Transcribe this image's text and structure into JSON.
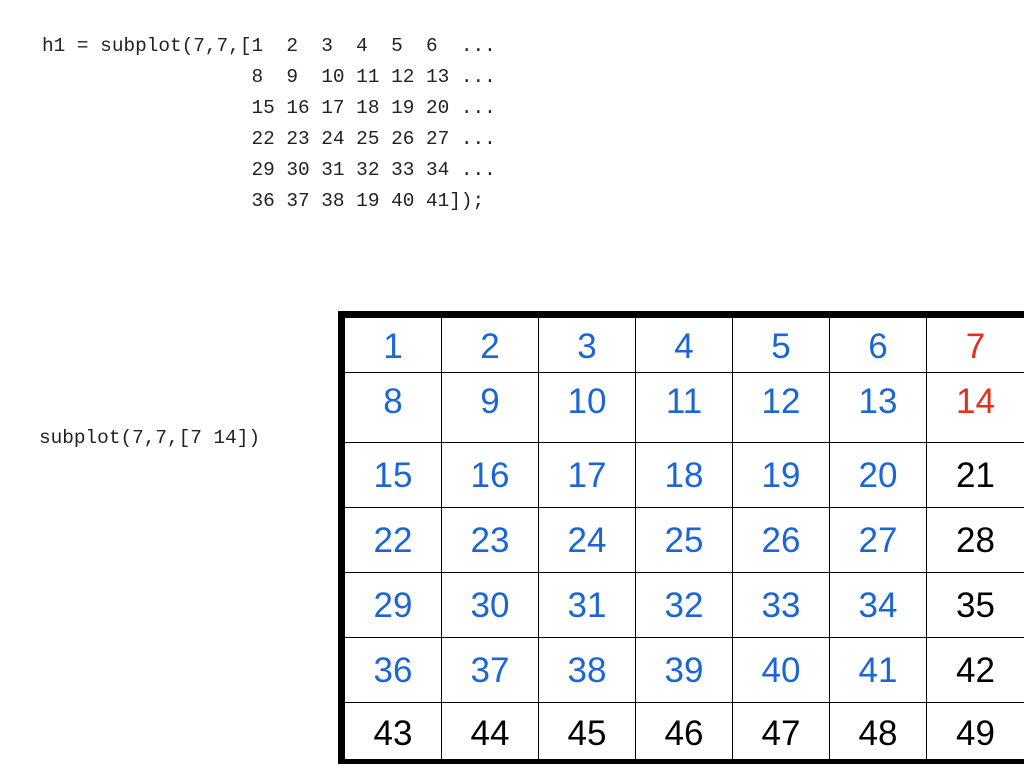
{
  "code_block": {
    "lines": [
      "h1 = subplot(7,7,[1  2  3  4  5  6  ...",
      "                  8  9  10 11 12 13 ...",
      "                  15 16 17 18 19 20 ...",
      "                  22 23 24 25 26 27 ...",
      "                  29 30 31 32 33 34 ...",
      "                  36 37 38 19 40 41]);"
    ]
  },
  "second_call": "subplot(7,7,[7 14])",
  "colors": {
    "blue": "#1a66d6",
    "red": "#e0321c",
    "black": "#000000"
  },
  "grid": {
    "rows": 7,
    "cols": 7,
    "cells": [
      [
        "1",
        "2",
        "3",
        "4",
        "5",
        "6",
        "7"
      ],
      [
        "8",
        "9",
        "10",
        "11",
        "12",
        "13",
        "14"
      ],
      [
        "15",
        "16",
        "17",
        "18",
        "19",
        "20",
        "21"
      ],
      [
        "22",
        "23",
        "24",
        "25",
        "26",
        "27",
        "28"
      ],
      [
        "29",
        "30",
        "31",
        "32",
        "33",
        "34",
        "35"
      ],
      [
        "36",
        "37",
        "38",
        "39",
        "40",
        "41",
        "42"
      ],
      [
        "43",
        "44",
        "45",
        "46",
        "47",
        "48",
        "49"
      ]
    ],
    "cell_colors": [
      [
        "blue",
        "blue",
        "blue",
        "blue",
        "blue",
        "blue",
        "red"
      ],
      [
        "blue",
        "blue",
        "blue",
        "blue",
        "blue",
        "blue",
        "red"
      ],
      [
        "blue",
        "blue",
        "blue",
        "blue",
        "blue",
        "blue",
        "black"
      ],
      [
        "blue",
        "blue",
        "blue",
        "blue",
        "blue",
        "blue",
        "black"
      ],
      [
        "blue",
        "blue",
        "blue",
        "blue",
        "blue",
        "blue",
        "black"
      ],
      [
        "blue",
        "blue",
        "blue",
        "blue",
        "blue",
        "blue",
        "black"
      ],
      [
        "black",
        "black",
        "black",
        "black",
        "black",
        "black",
        "black"
      ]
    ]
  }
}
